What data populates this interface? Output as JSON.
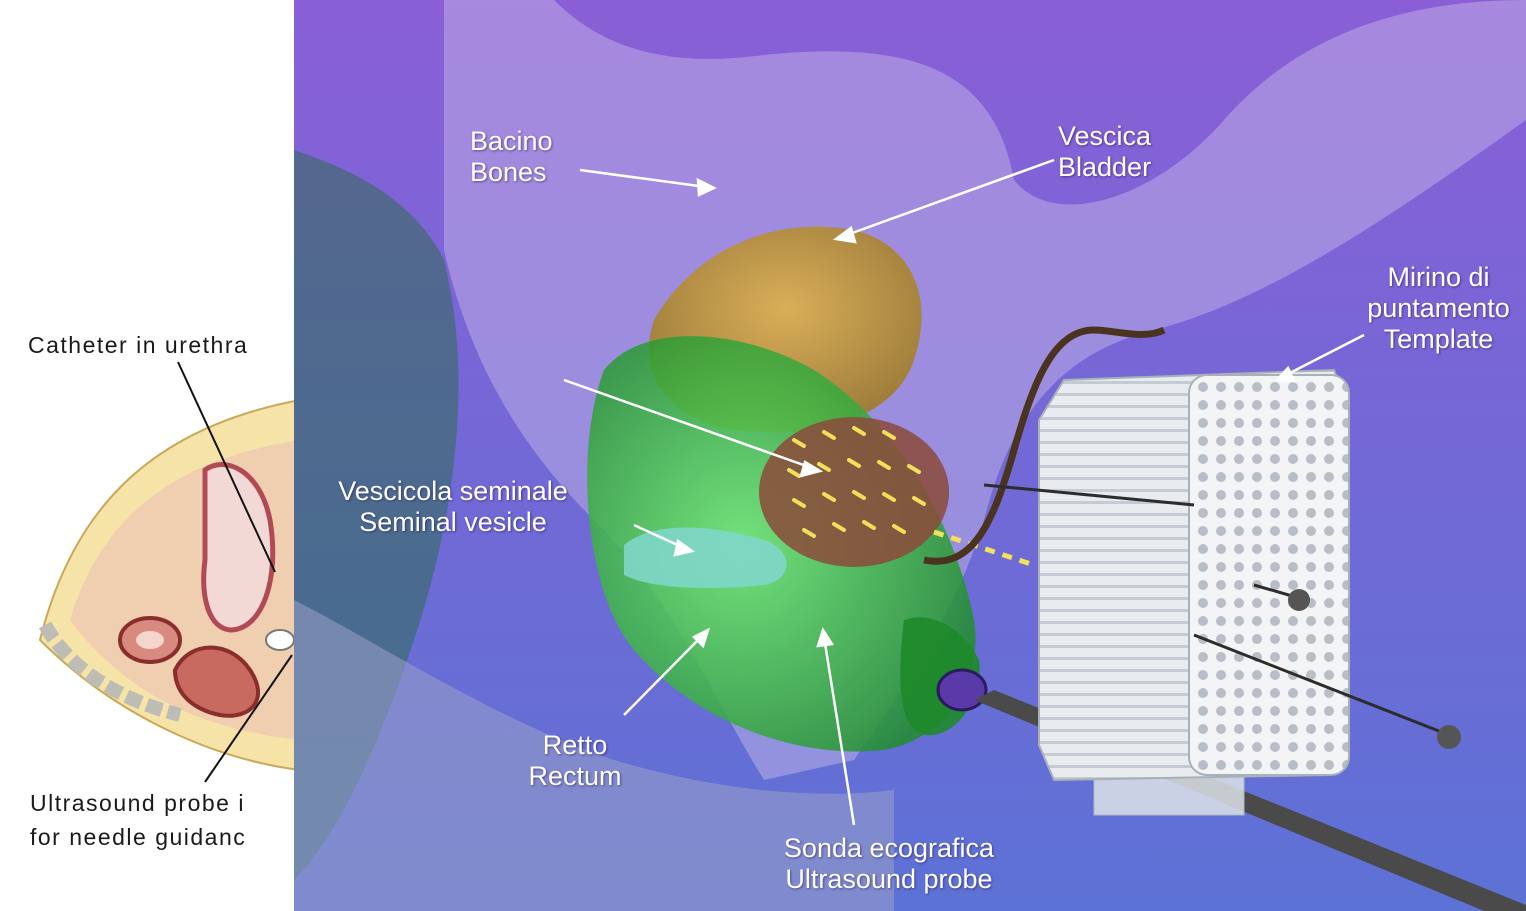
{
  "left_figure": {
    "catheter_label": "Catheter in urethra",
    "probe_label_line1": "Ultrasound probe i",
    "probe_label_line2": "for needle guidanc"
  },
  "main_figure": {
    "labels": {
      "pelvis": {
        "it": "Bacino",
        "en": "Bones"
      },
      "bladder": {
        "it": "Vescica",
        "en": "Bladder"
      },
      "template": {
        "it_line1": "Mirino di",
        "it_line2": "puntamento",
        "en": "Template"
      },
      "seminal_vesicle": {
        "it": "Vescicola seminale",
        "en": "Seminal vesicle"
      },
      "rectum": {
        "it": "Retto",
        "en": "Rectum"
      },
      "ultrasound_probe": {
        "it": "Sonda ecografica",
        "en": "Ultrasound probe"
      }
    }
  },
  "colors": {
    "background_top": "#8a5fd6",
    "background_bottom": "#5d72d6",
    "bladder": "#c9a040",
    "rectum": "#3fc34a",
    "prostate": "#8c4a3a",
    "seeds": "#f2e05a",
    "template": "#f0f3f5",
    "bone": "#c9bde8"
  }
}
